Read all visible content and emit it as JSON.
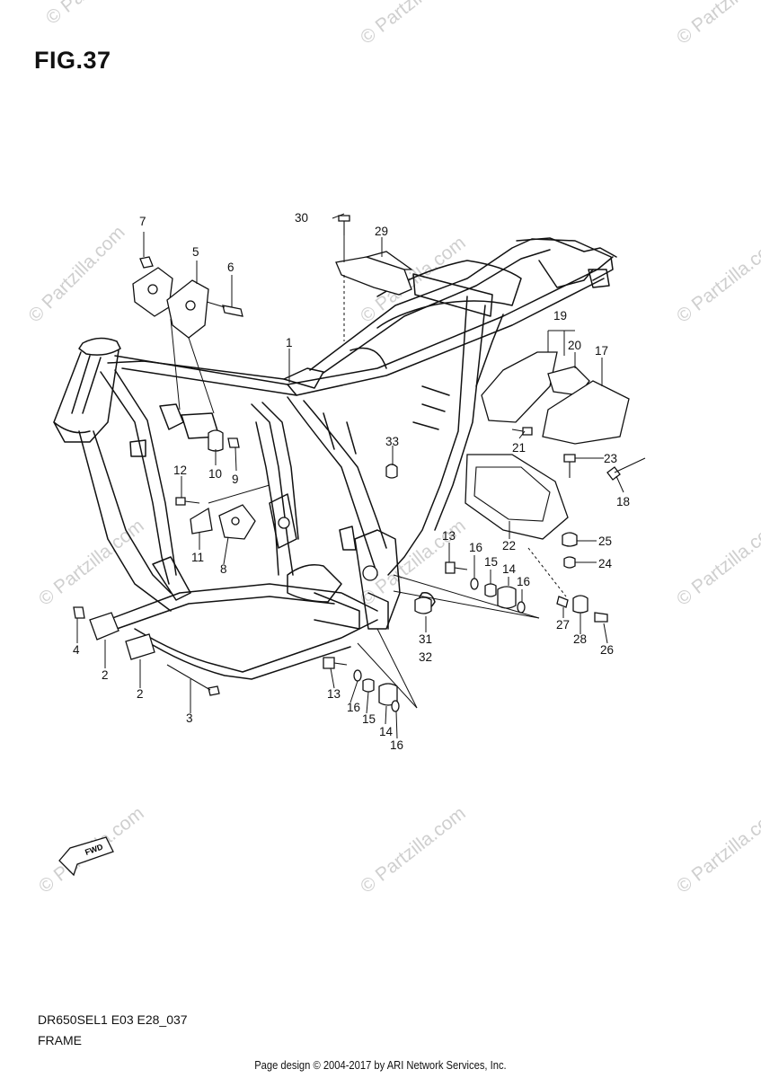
{
  "figure": {
    "title": "FIG.37",
    "model_code": "DR650SEL1 E03 E28_037",
    "section_name": "FRAME",
    "page_credit": "Page design © 2004-2017 by ARI Network Services, Inc."
  },
  "watermark": {
    "text": "© Partzilla.com"
  },
  "fwd_arrow": {
    "text": "FWD"
  },
  "callouts": [
    {
      "id": "30",
      "label": "30"
    },
    {
      "id": "29",
      "label": "29"
    },
    {
      "id": "7",
      "label": "7"
    },
    {
      "id": "5",
      "label": "5"
    },
    {
      "id": "6",
      "label": "6"
    },
    {
      "id": "1",
      "label": "1"
    },
    {
      "id": "19",
      "label": "19"
    },
    {
      "id": "20",
      "label": "20"
    },
    {
      "id": "17",
      "label": "17"
    },
    {
      "id": "21",
      "label": "21"
    },
    {
      "id": "33",
      "label": "33"
    },
    {
      "id": "23",
      "label": "23"
    },
    {
      "id": "18",
      "label": "18"
    },
    {
      "id": "12",
      "label": "12"
    },
    {
      "id": "10",
      "label": "10"
    },
    {
      "id": "9",
      "label": "9"
    },
    {
      "id": "11",
      "label": "11"
    },
    {
      "id": "8",
      "label": "8"
    },
    {
      "id": "22",
      "label": "22"
    },
    {
      "id": "25",
      "label": "25"
    },
    {
      "id": "24",
      "label": "24"
    },
    {
      "id": "13a",
      "label": "13"
    },
    {
      "id": "16a",
      "label": "16"
    },
    {
      "id": "15a",
      "label": "15"
    },
    {
      "id": "14a",
      "label": "14"
    },
    {
      "id": "16b",
      "label": "16"
    },
    {
      "id": "27",
      "label": "27"
    },
    {
      "id": "28",
      "label": "28"
    },
    {
      "id": "26",
      "label": "26"
    },
    {
      "id": "31",
      "label": "31"
    },
    {
      "id": "32",
      "label": "32"
    },
    {
      "id": "4",
      "label": "4"
    },
    {
      "id": "2a",
      "label": "2"
    },
    {
      "id": "2b",
      "label": "2"
    },
    {
      "id": "3",
      "label": "3"
    },
    {
      "id": "13b",
      "label": "13"
    },
    {
      "id": "16c",
      "label": "16"
    },
    {
      "id": "15b",
      "label": "15"
    },
    {
      "id": "14b",
      "label": "14"
    },
    {
      "id": "16d",
      "label": "16"
    }
  ]
}
